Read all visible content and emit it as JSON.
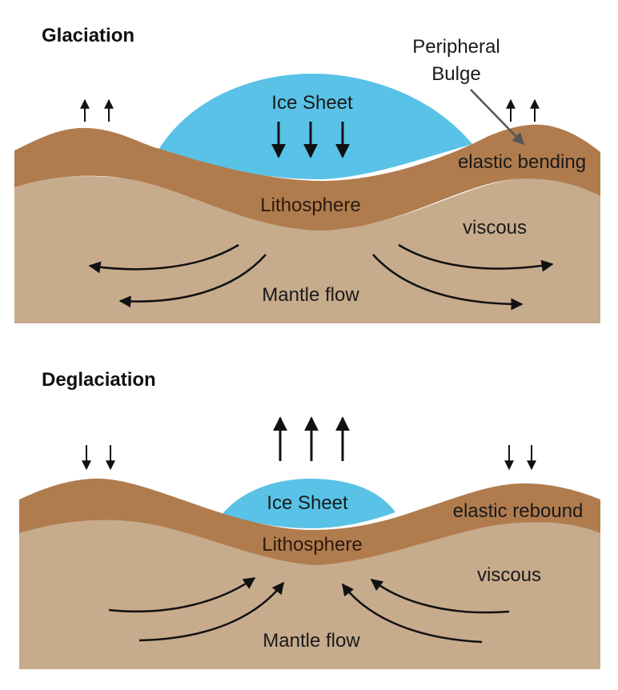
{
  "colors": {
    "ice": "#59c2e6",
    "lithosphere": "#b07c4e",
    "mantle": "#c7ab8d",
    "arrow": "#111111",
    "pointer": "#555555"
  },
  "glaciation": {
    "title": "Glaciation",
    "ice_label": "Ice Sheet",
    "lithosphere_label": "Lithosphere",
    "mantle_label": "Mantle flow",
    "elastic_label": "elastic bending",
    "viscous_label": "viscous",
    "bulge_label_line1": "Peripheral",
    "bulge_label_line2": "Bulge"
  },
  "deglaciation": {
    "title": "Deglaciation",
    "ice_label": "Ice Sheet",
    "lithosphere_label": "Lithosphere",
    "mantle_label": "Mantle flow",
    "elastic_label": "elastic rebound",
    "viscous_label": "viscous"
  }
}
